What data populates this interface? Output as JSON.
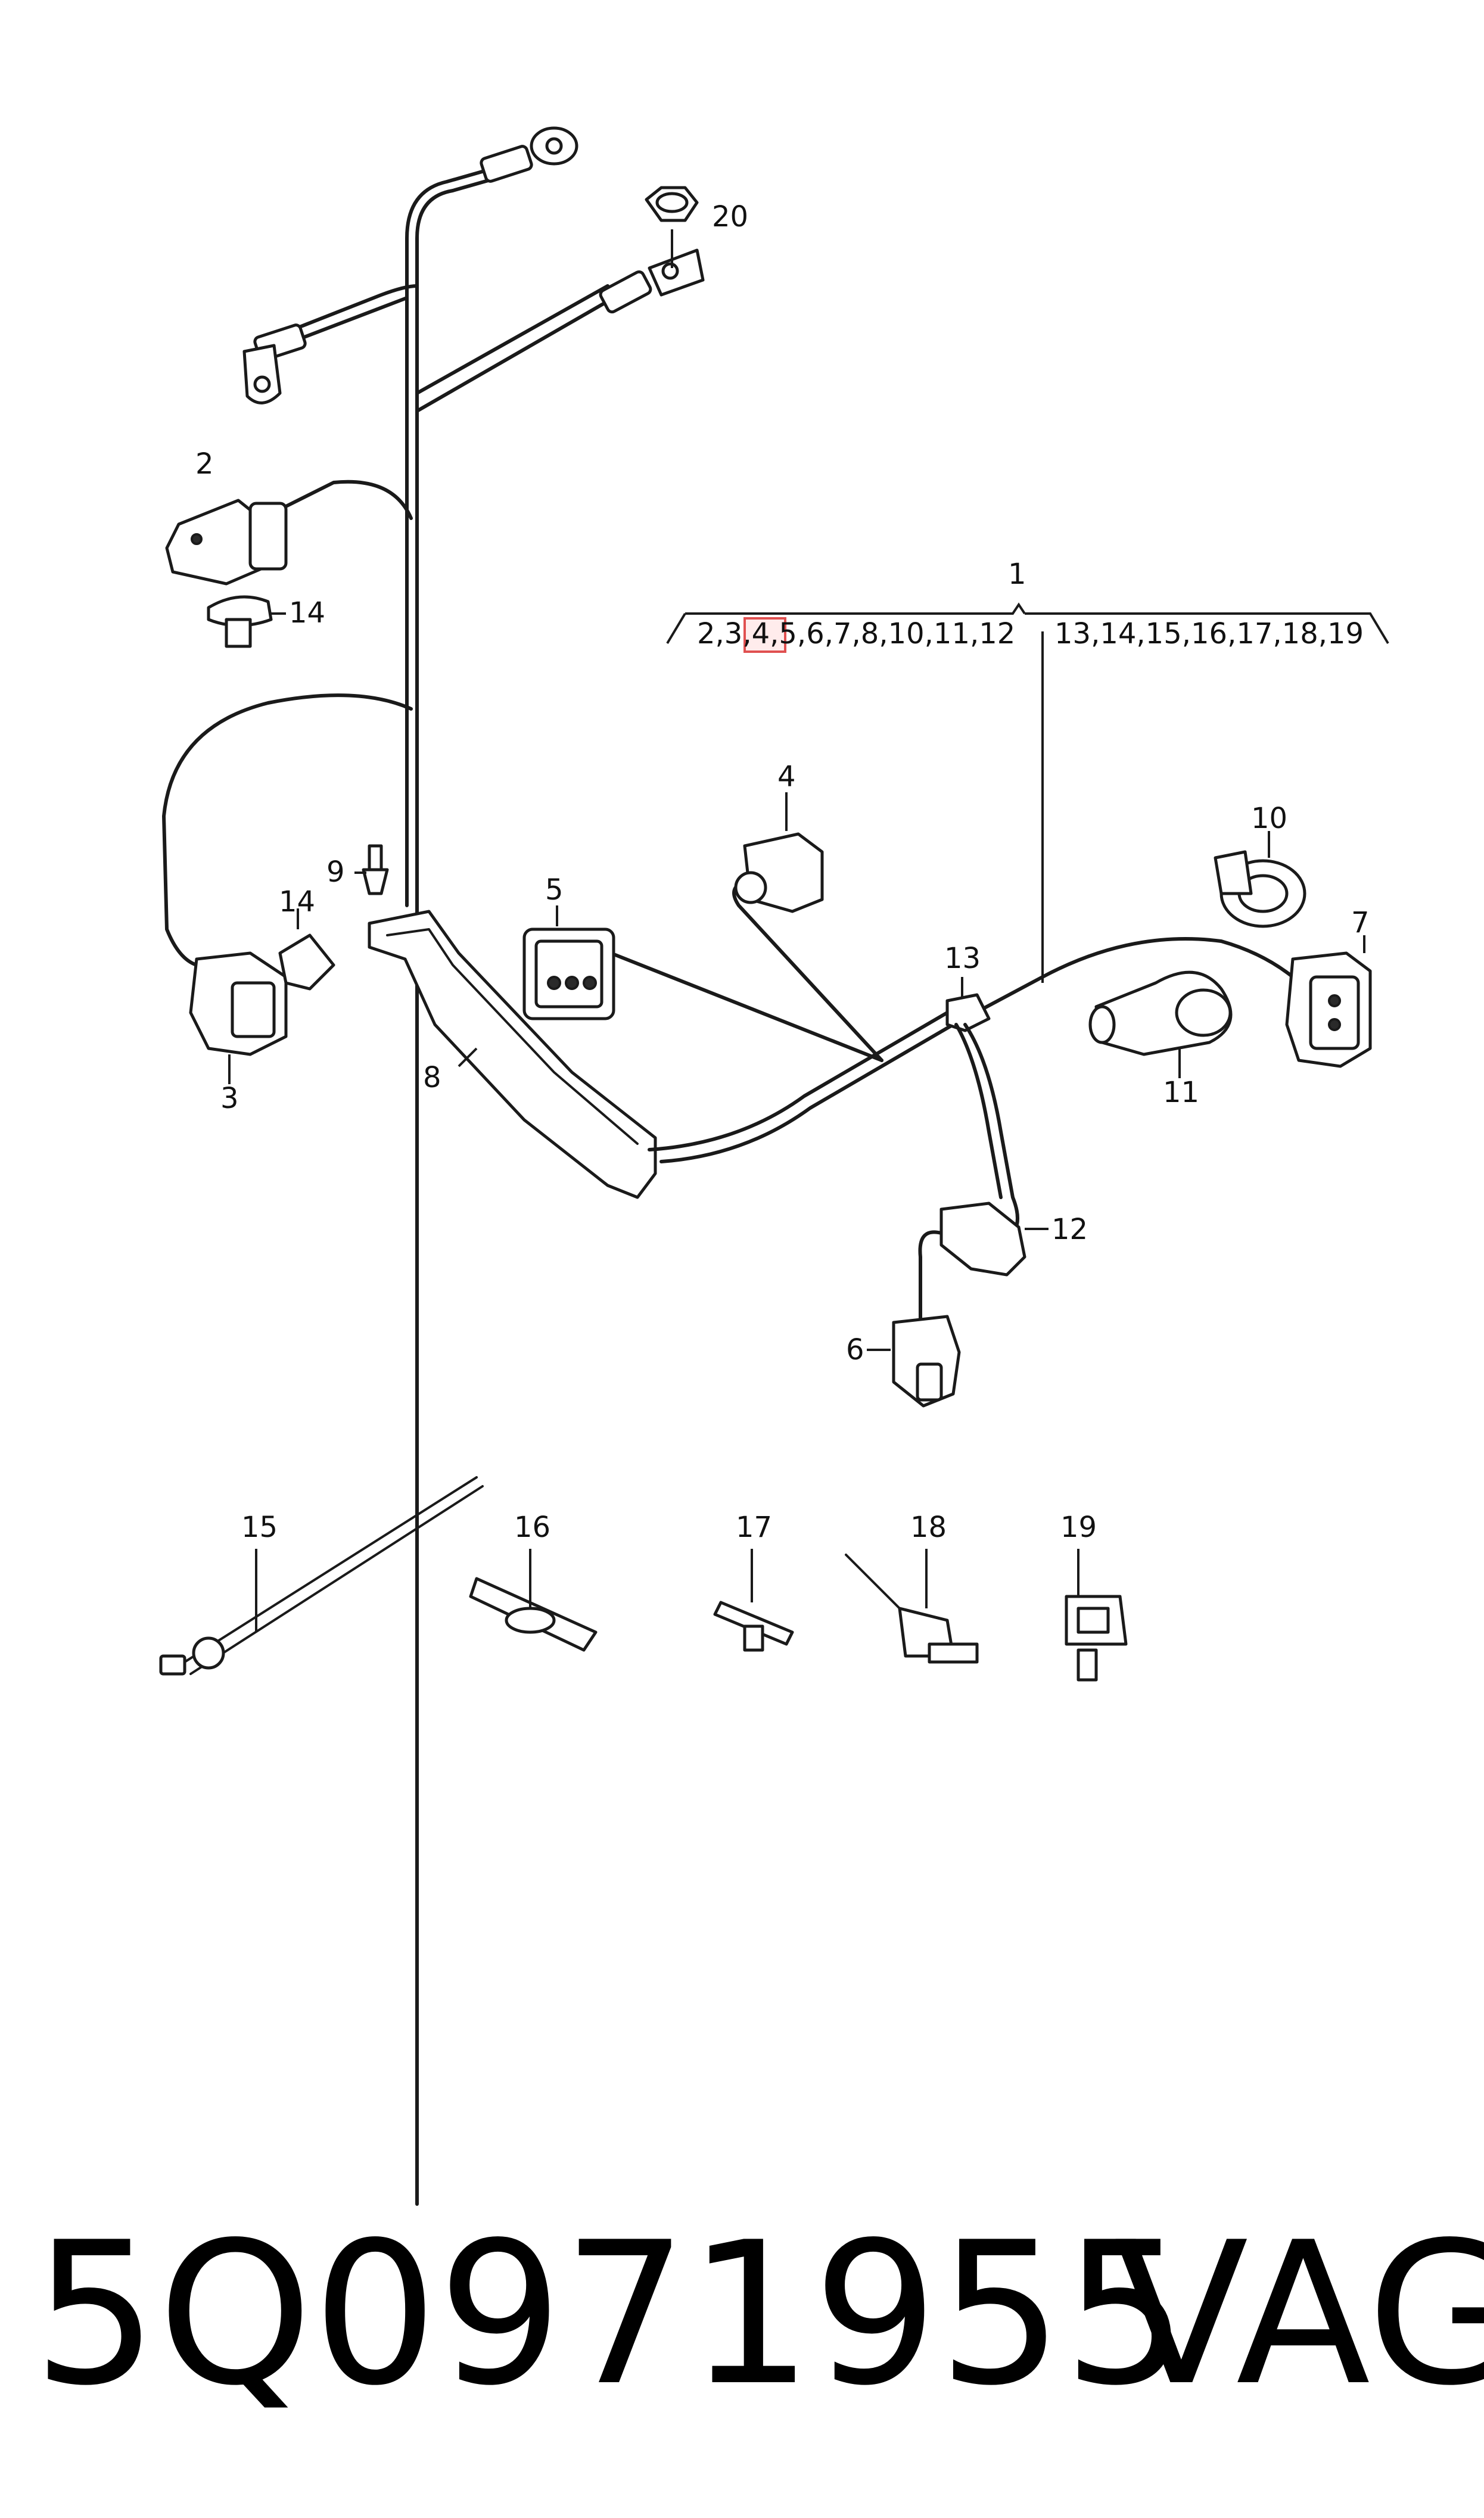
{
  "callouts": {
    "c1": "1",
    "c2": "2",
    "c3": "3",
    "c4": "4",
    "c5": "5",
    "c6": "6",
    "c7": "7",
    "c8": "8",
    "c9": "9",
    "c10": "10",
    "c11": "11",
    "c12": "12",
    "c13": "13",
    "c14a": "14",
    "c14b": "14",
    "c15": "15",
    "c16": "16",
    "c17": "17",
    "c18": "18",
    "c19": "19",
    "c20": "20"
  },
  "group_left": "2,3,4,5,6,7,8,10,11,12",
  "group_right": "13,14,15,16,17,18,19",
  "part_number": "5Q0971955",
  "brand": "VAG",
  "colors": {
    "line": "#1a1a1a",
    "highlight": "#e05050"
  }
}
